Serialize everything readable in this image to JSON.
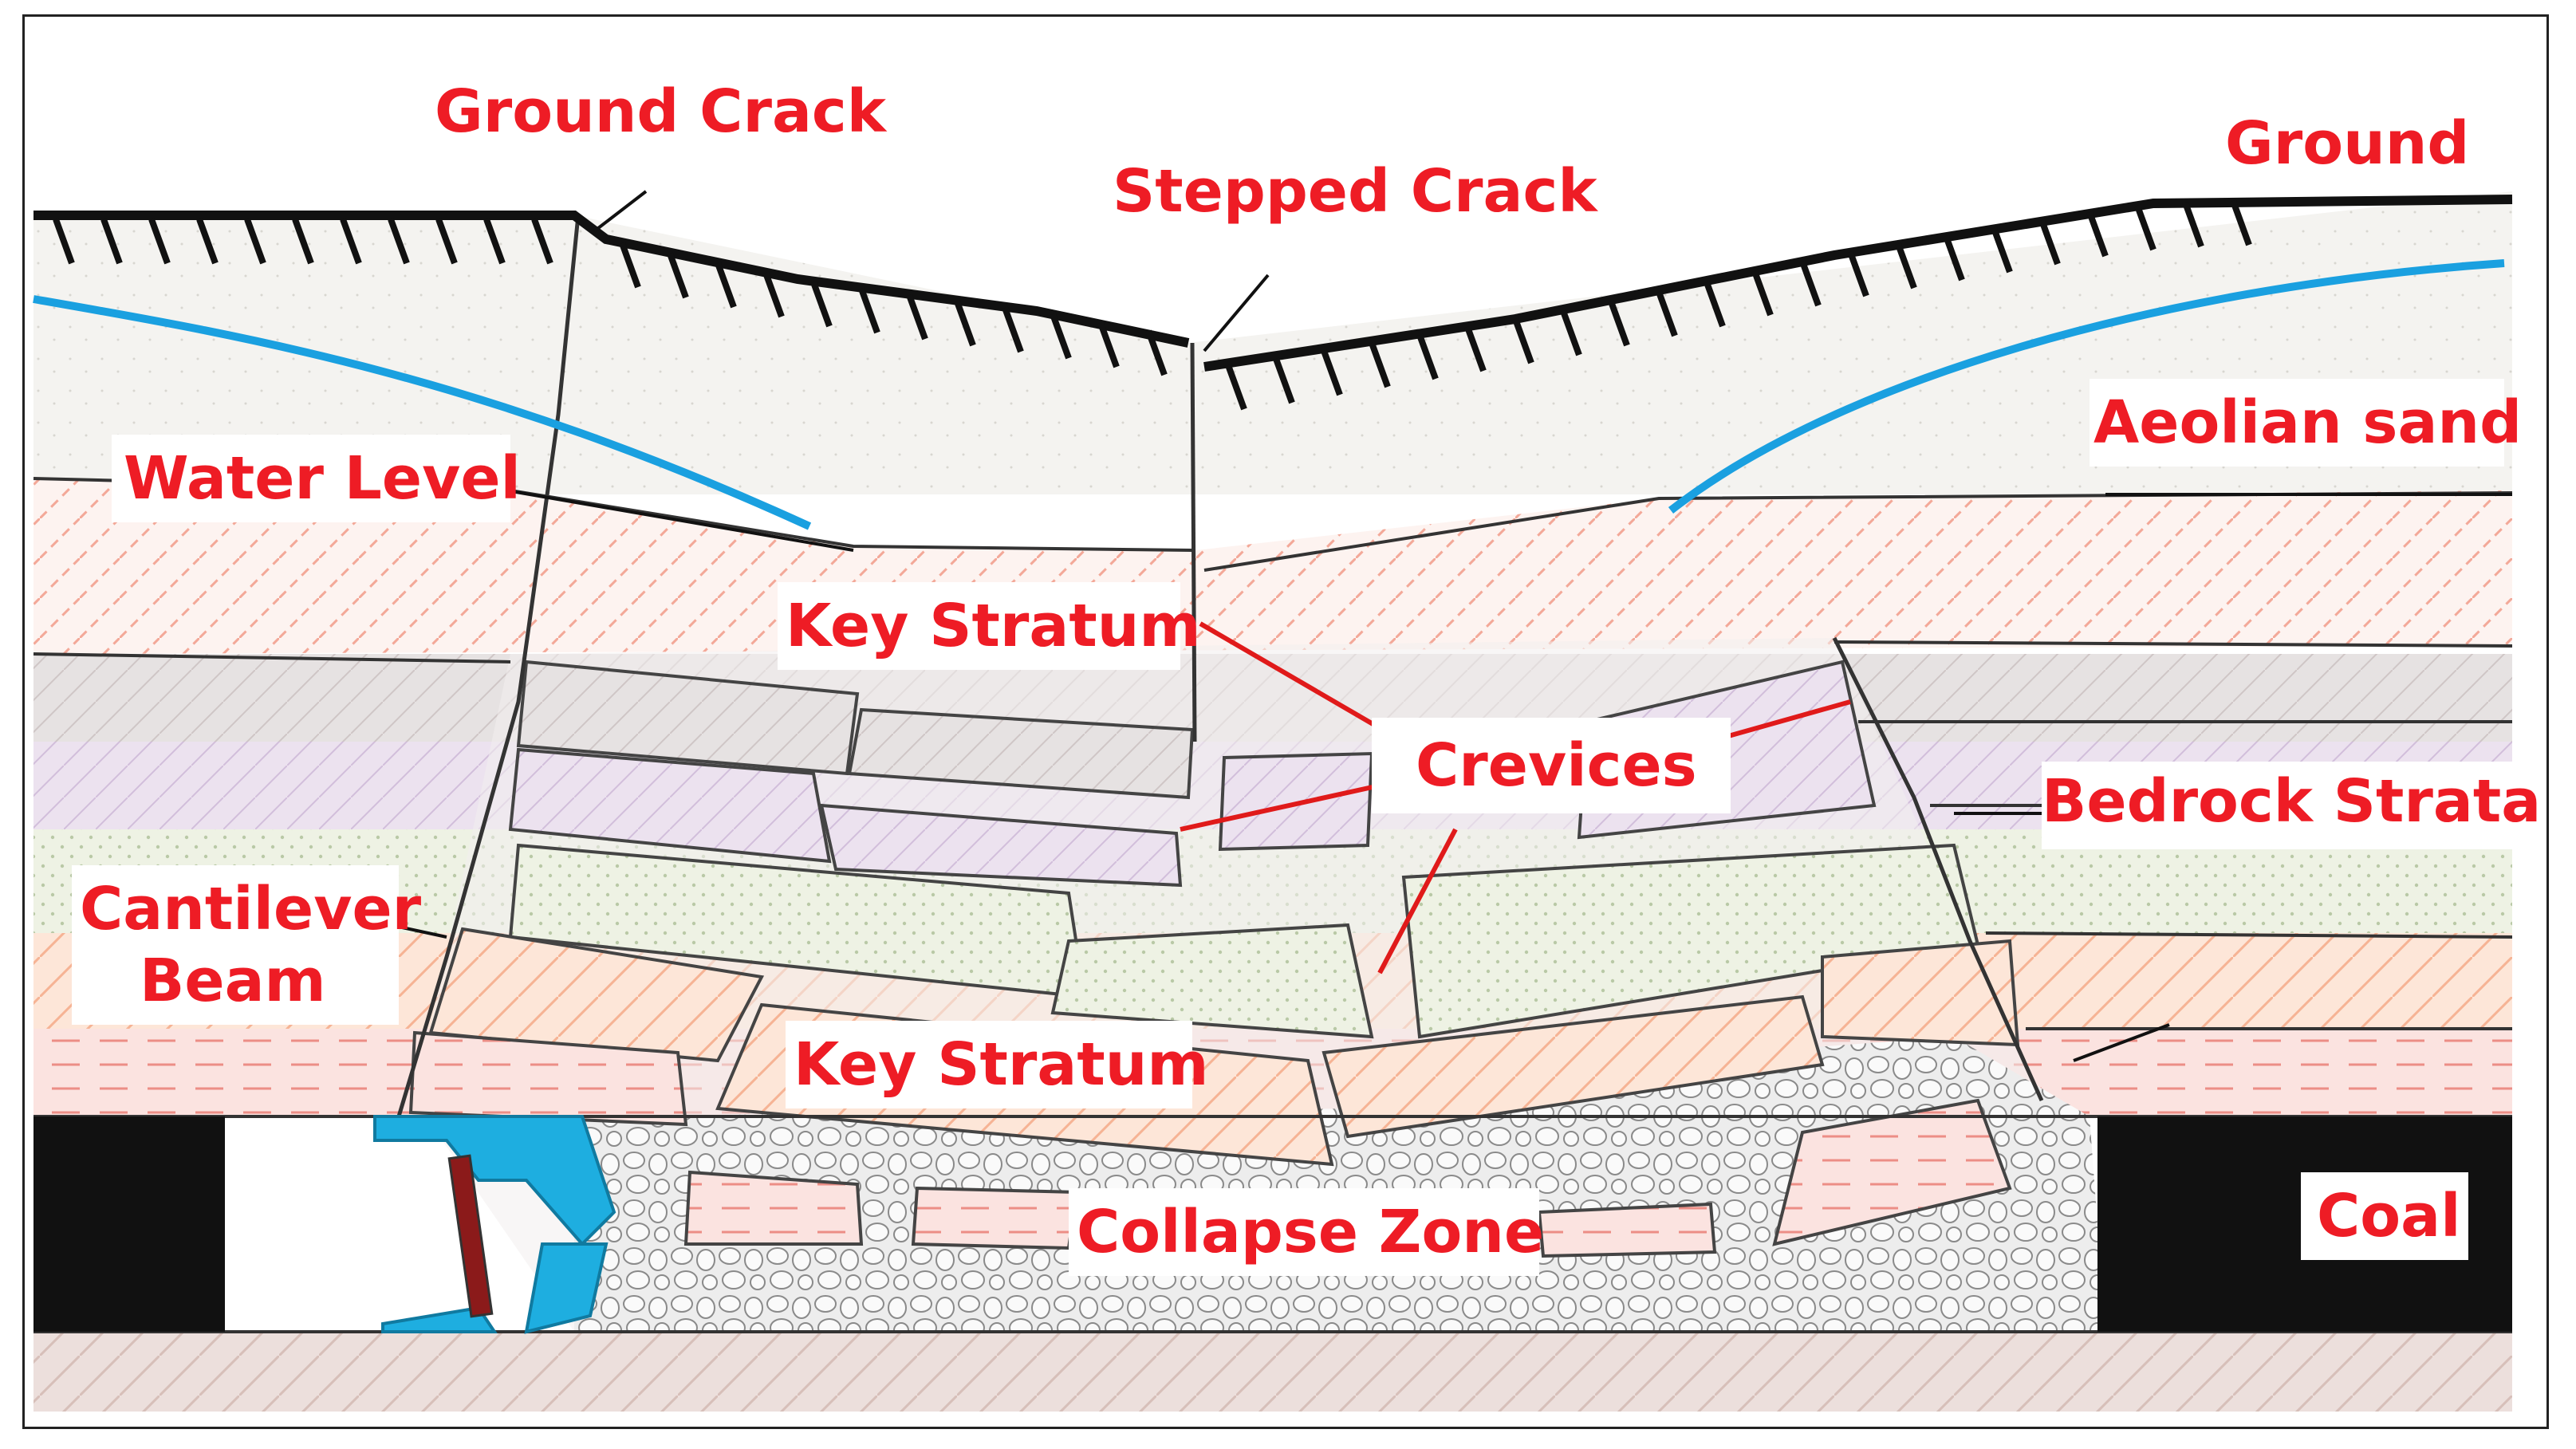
{
  "labels": {
    "ground_crack": "Ground Crack",
    "stepped_crack": "Stepped Crack",
    "ground": "Ground",
    "aeolian_sand": "Aeolian sand",
    "water_level": "Water Level",
    "key_stratum_upper": "Key Stratum",
    "crevices": "Crevices",
    "bedrock_strata": "Bedrock Strata",
    "cantilever_beam_line1": "Cantilever",
    "cantilever_beam_line2": "Beam",
    "key_stratum_lower": "Key Stratum",
    "collapse_zone": "Collapse Zone",
    "coal": "Coal"
  },
  "colors": {
    "label_text": "#ee1c25",
    "water_level_line": "#1aa0e0",
    "leader_line": "#e01a1a",
    "ground_line": "#111111",
    "shield_support": "#1eaee0"
  },
  "icons": {
    "support": "hydraulic-support-icon"
  }
}
